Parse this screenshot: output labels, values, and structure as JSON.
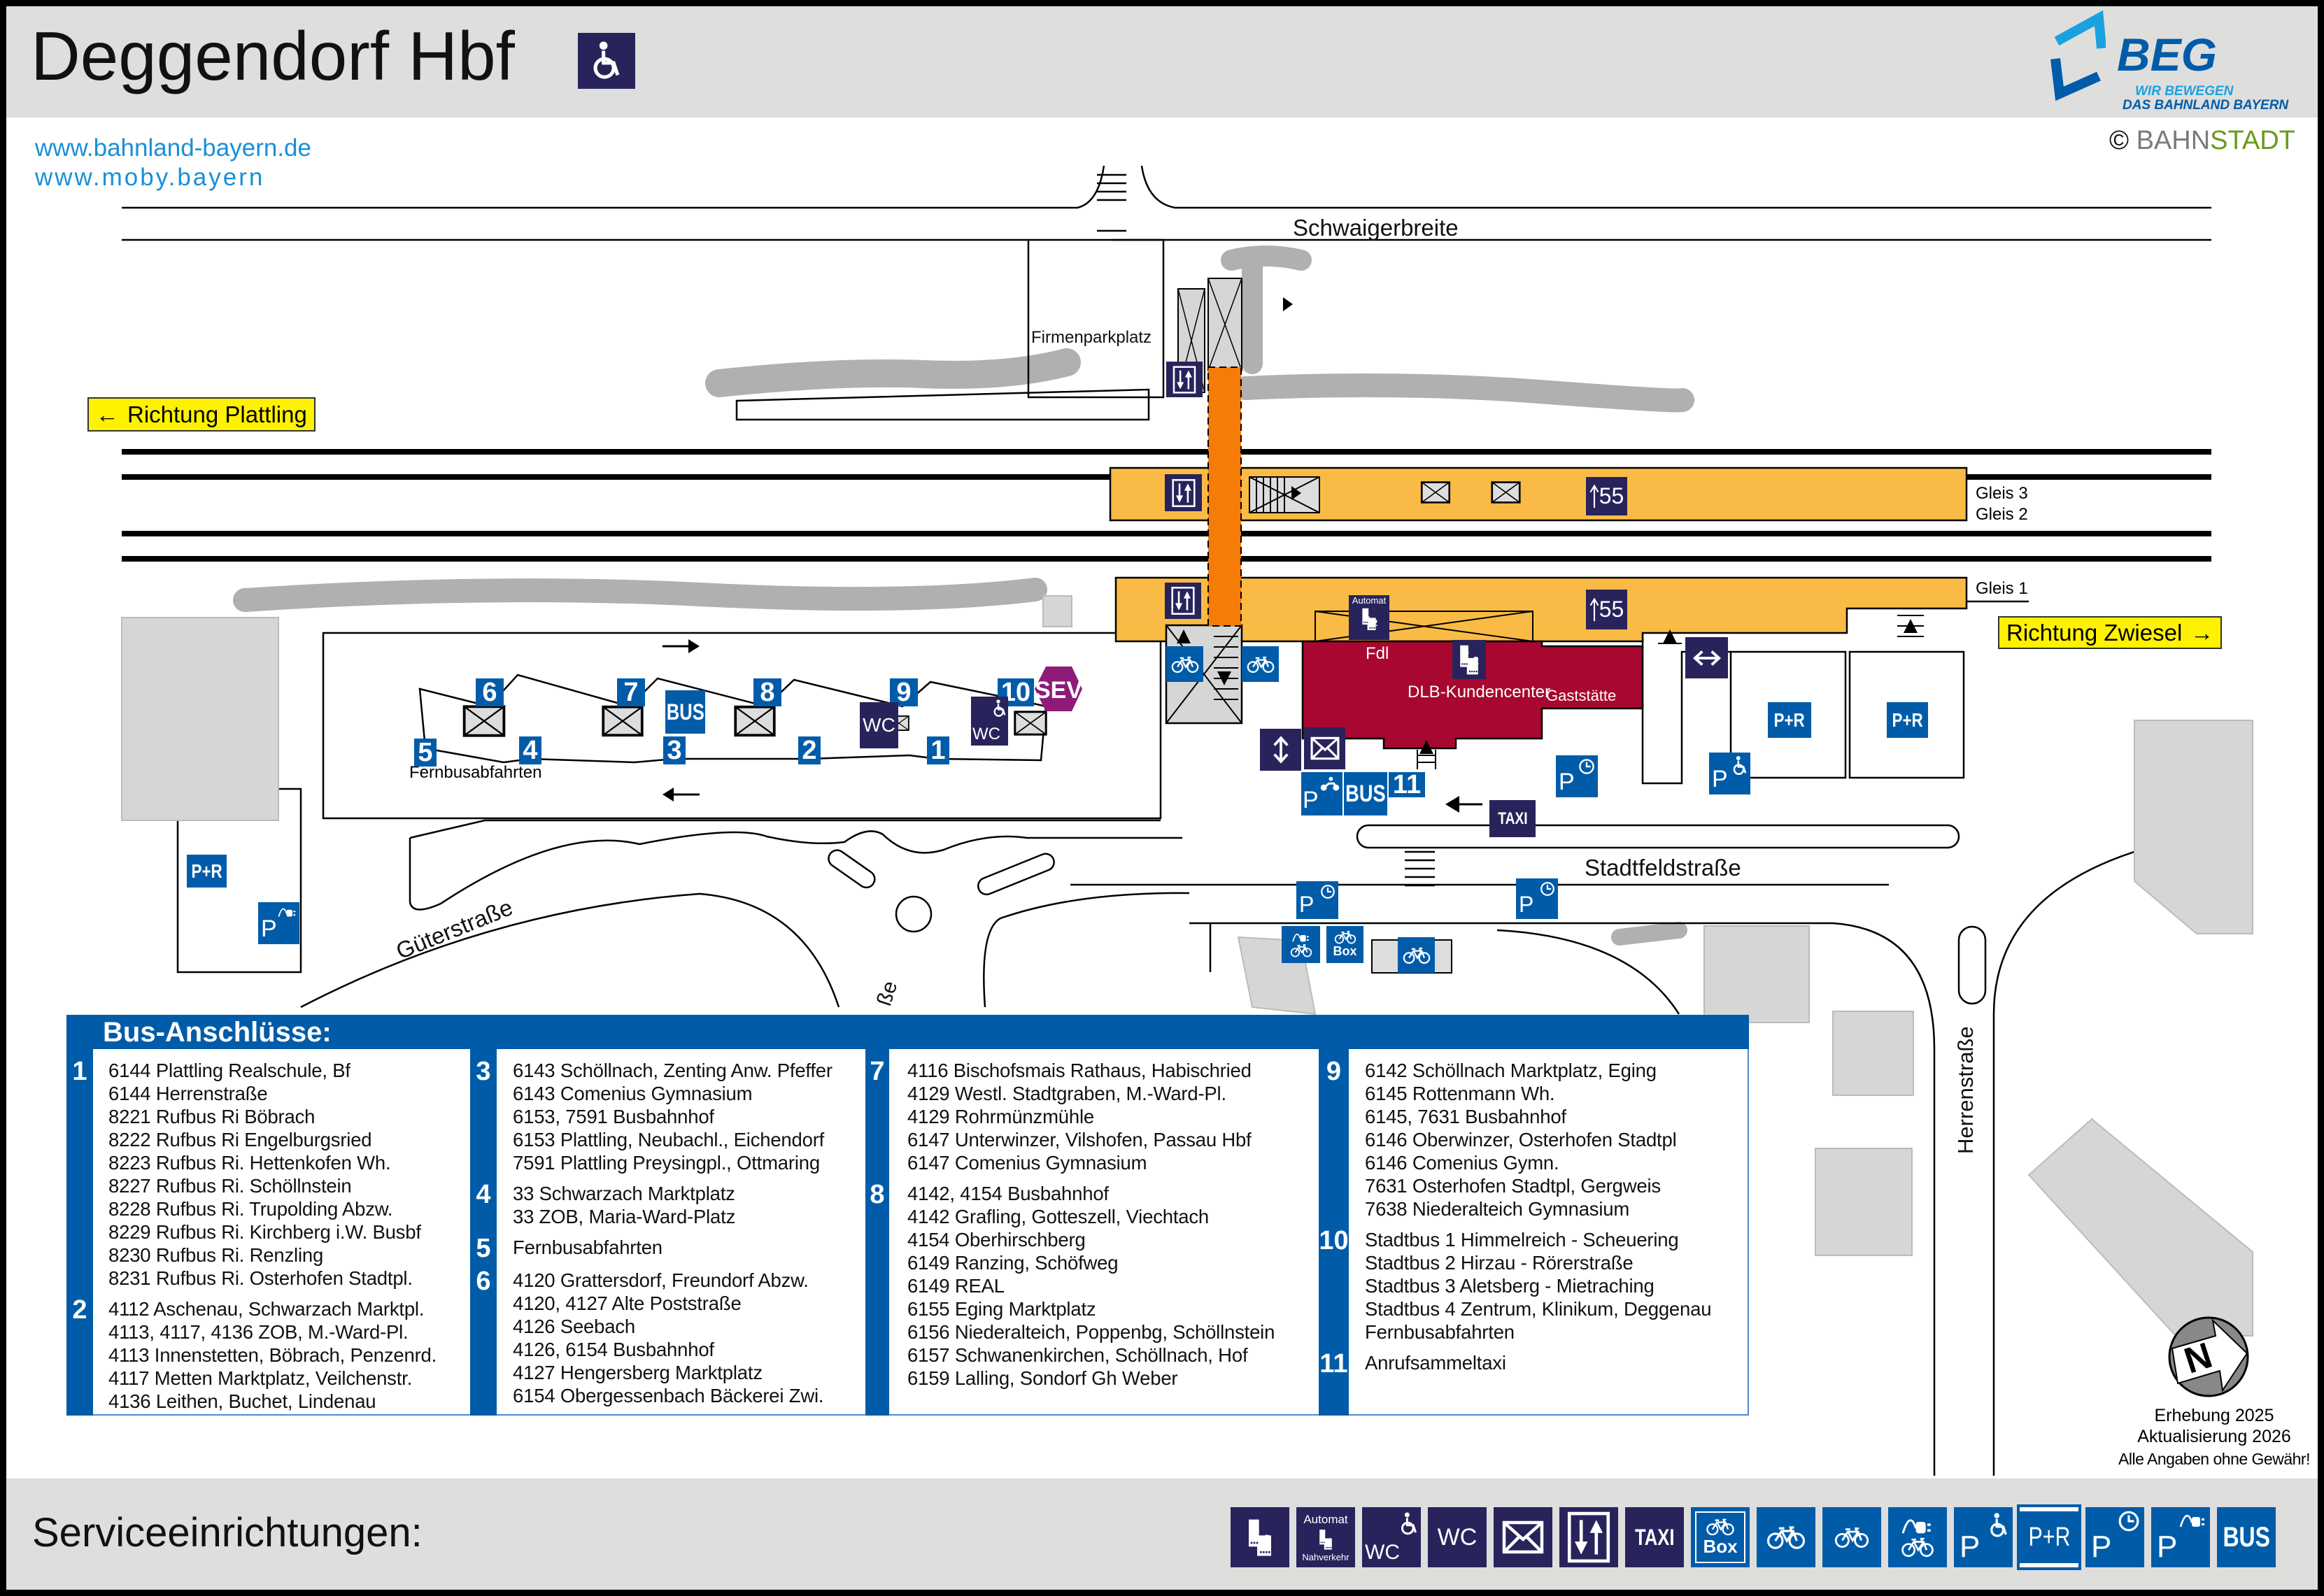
{
  "header": {
    "title": "Deggendorf Hbf",
    "urls": [
      "www.bahnland-bayern.de",
      "www.moby.bayern"
    ],
    "logo": {
      "name": "BEG",
      "tagline_1": "WIR BEWEGEN",
      "tagline_2": "DAS BAHNLAND BAYERN"
    },
    "copyright": {
      "symbol": "©",
      "part_1": "BAHN",
      "part_2": "STADT"
    }
  },
  "map": {
    "streets": {
      "schwaigerbreite": "Schwaigerbreite",
      "stadtfeldstrasse": "Stadtfeldstraße",
      "herrenstrasse": "Herrenstraße",
      "gueterstrasse": "Güterstraße",
      "partial": "ße"
    },
    "firmenparkplatz": "Firmenparkplatz",
    "direction_left": "Richtung Plattling",
    "direction_right": "Richtung Zwiesel",
    "tracks": {
      "gleis_3": "Gleis 3",
      "gleis_2": "Gleis 2",
      "gleis_1": "Gleis 1"
    },
    "platform_height": "55",
    "building": {
      "fdl": "Fdl",
      "kundencenter": "DLB-Kundencenter",
      "gaststaette": "Gaststätte"
    },
    "bus_stops_top": [
      "6",
      "7",
      "8",
      "9",
      "10"
    ],
    "bus_stops_bottom": [
      "5",
      "4",
      "3",
      "2",
      "1"
    ],
    "bus_stop_11": "11",
    "fernbus": "Fernbusabfahrten",
    "sev": "SEV"
  },
  "icons": {
    "ticket_1": "1",
    "ticket_2": "2",
    "automat": "Automat",
    "nahverkehr": "Nahverkehr",
    "wc": "WC",
    "taxi": "TAXI",
    "box": "Box",
    "p": "P",
    "pr": "P+R",
    "bus": "BUS"
  },
  "bus": {
    "title": "Bus-Anschlüsse:",
    "columns": [
      {
        "groups": [
          {
            "stop": "1",
            "lines": [
              "6144 Plattling Realschule, Bf",
              "6144 Herrenstraße",
              "8221 Rufbus Ri Böbrach",
              "8222 Rufbus Ri Engelburgsried",
              "8223 Rufbus Ri. Hettenkofen Wh.",
              "8227 Rufbus Ri. Schöllnstein",
              "8228 Rufbus Ri. Trupolding Abzw.",
              "8229 Rufbus Ri. Kirchberg i.W. Busbf",
              "8230 Rufbus Ri. Renzling",
              "8231 Rufbus Ri. Osterhofen Stadtpl."
            ]
          },
          {
            "stop": "2",
            "lines": [
              "4112 Aschenau, Schwarzach Marktpl.",
              "4113, 4117, 4136 ZOB, M.-Ward-Pl.",
              "4113 Innenstetten, Böbrach, Penzenrd.",
              "4117 Metten Marktplatz, Veilchenstr.",
              "4136 Leithen, Buchet, Lindenau"
            ]
          }
        ]
      },
      {
        "groups": [
          {
            "stop": "3",
            "lines": [
              "6143 Schöllnach, Zenting Anw. Pfeffer",
              "6143 Comenius Gymnasium",
              "6153, 7591 Busbahnhof",
              "6153 Plattling, Neubachl., Eichendorf",
              "7591 Plattling Preysingpl., Ottmaring"
            ]
          },
          {
            "stop": "4",
            "lines": [
              "33 Schwarzach Marktplatz",
              "33 ZOB, Maria-Ward-Platz"
            ]
          },
          {
            "stop": "5",
            "lines": [
              "Fernbusabfahrten"
            ]
          },
          {
            "stop": "6",
            "lines": [
              "4120 Grattersdorf, Freundorf Abzw.",
              "4120, 4127 Alte Poststraße",
              "4126 Seebach",
              "4126, 6154 Busbahnhof",
              "4127 Hengersberg Marktplatz",
              "6154 Obergessenbach Bäckerei Zwi."
            ]
          }
        ]
      },
      {
        "groups": [
          {
            "stop": "7",
            "lines": [
              "4116 Bischofsmais Rathaus, Habischried",
              "4129 Westl. Stadtgraben, M.-Ward-Pl.",
              "4129 Rohrmünzmühle",
              "6147 Unterwinzer, Vilshofen, Passau Hbf",
              "6147 Comenius Gymnasium"
            ]
          },
          {
            "stop": "8",
            "lines": [
              "4142, 4154 Busbahnhof",
              "4142 Grafling, Gotteszell, Viechtach",
              "4154 Oberhirschberg",
              "6149 Ranzing, Schöfweg",
              "6149 REAL",
              "6155 Eging Marktplatz",
              "6156 Niederalteich, Poppenbg, Schöllnstein",
              "6157 Schwanenkirchen, Schöllnach, Hof",
              "6159 Lalling, Sondorf Gh Weber"
            ]
          }
        ]
      },
      {
        "groups": [
          {
            "stop": "9",
            "lines": [
              "6142 Schöllnach Marktplatz, Eging",
              "6145 Rottenmann Wh.",
              "6145, 7631 Busbahnhof",
              "6146 Oberwinzer, Osterhofen Stadtpl",
              "6146 Comenius Gymn.",
              "7631 Osterhofen Stadtpl, Gergweis",
              "7638 Niederalteich Gymnasium"
            ]
          },
          {
            "stop": "10",
            "lines": [
              "Stadtbus 1 Himmelreich - Scheuering",
              "Stadtbus 2 Hirzau - Rörerstraße",
              "Stadtbus 3 Aletsberg - Mietraching",
              "Stadtbus 4 Zentrum, Klinikum, Deggenau",
              "Fernbusabfahrten"
            ]
          },
          {
            "stop": "11",
            "lines": [
              "Anrufsammeltaxi"
            ]
          }
        ]
      }
    ]
  },
  "footer": {
    "survey": "Erhebung 2025",
    "update": "Aktualisierung 2026",
    "disclaimer": "Alle Angaben ohne Gewähr!",
    "service_title": "Serviceeinrichtungen:",
    "compass_label": "N"
  },
  "colors": {
    "navy": "#29235c",
    "blue": "#005ca9",
    "platform": "#f9bb45",
    "underpass": "#f47c07",
    "building": "#a8072f",
    "sev": "#8e1b78",
    "direction": "#fff200"
  }
}
